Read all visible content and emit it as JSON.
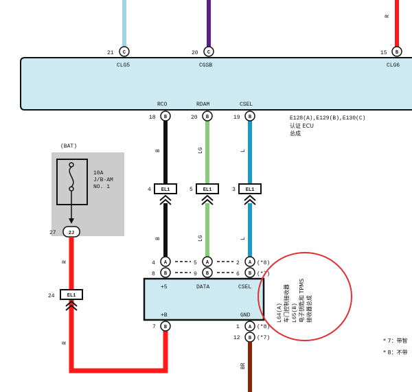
{
  "ecu": {
    "top_pins": [
      {
        "num": "21",
        "conn": "C",
        "label": "CLG5"
      },
      {
        "num": "20",
        "conn": "C",
        "label": "CGSB"
      },
      {
        "num": "15",
        "conn": "B",
        "label": "CLG6"
      }
    ],
    "bottom_pins": [
      {
        "num": "18",
        "conn": "B",
        "label": "RCO"
      },
      {
        "num": "20",
        "conn": "B",
        "label": "RDAM"
      },
      {
        "num": "19",
        "conn": "B",
        "label": "CSEL"
      }
    ],
    "name_line1": "E128(A),E129(B),E130(C)",
    "name_line2": "认证 ECU",
    "name_line3": "总成"
  },
  "wire_top_right_color": "R",
  "junctions": [
    {
      "num": "4",
      "label": "EL1"
    },
    {
      "num": "5",
      "label": "EL1"
    },
    {
      "num": "3",
      "label": "EL1"
    }
  ],
  "wire_colors": {
    "w1": "B",
    "w2": "LG",
    "w3": "L",
    "bat": "R",
    "gnd": "BR"
  },
  "fuse": {
    "source": "(BAT)",
    "rating": "10A",
    "name": "J/B-AM",
    "num": "NO. 1"
  },
  "fuse_pin": {
    "num": "27",
    "conn": "2J"
  },
  "left_junction": {
    "num": "24",
    "label": "EL1"
  },
  "receiver": {
    "pin_plus5": "+5",
    "pin_data": "DATA",
    "pin_csel": "CSEL",
    "pin_plusb": "+B",
    "pin_gnd": "GND",
    "row_a": [
      {
        "num": "4",
        "conn": "A"
      },
      {
        "num": "5",
        "conn": "A"
      },
      {
        "num": "2",
        "conn": "A",
        "note": "(*8)"
      }
    ],
    "row_b": [
      {
        "num": "8",
        "conn": "B"
      },
      {
        "num": "9",
        "conn": "B"
      },
      {
        "num": "6",
        "conn": "B",
        "note": "(*7)"
      }
    ],
    "plusb_pin": {
      "num": "7",
      "conn": "B"
    },
    "gnd_pins": [
      {
        "num": "1",
        "conn": "A",
        "note": "(*8)"
      },
      {
        "num": "12",
        "conn": "B",
        "note": "(*7)"
      }
    ],
    "name_code1": "L64(A)",
    "name_cn1": "车门控制接收器",
    "name_code2": "L65(B)",
    "name_cn2": "电子钥匙和 TPMS",
    "name_cn3": "接收器总成"
  },
  "footnotes": [
    "* 7：带智",
    "* 8：不带"
  ],
  "colors": {
    "red": "#ff1a1a",
    "black": "#111111",
    "green": "#86cc7a",
    "blue": "#1a9cc8",
    "lightblue": "#9fd4e6",
    "purple": "#5a1f8a",
    "brown": "#8b2500",
    "ecu_fill": "#cdeaf3",
    "gray": "#cccccc",
    "circle": "#e03030"
  }
}
